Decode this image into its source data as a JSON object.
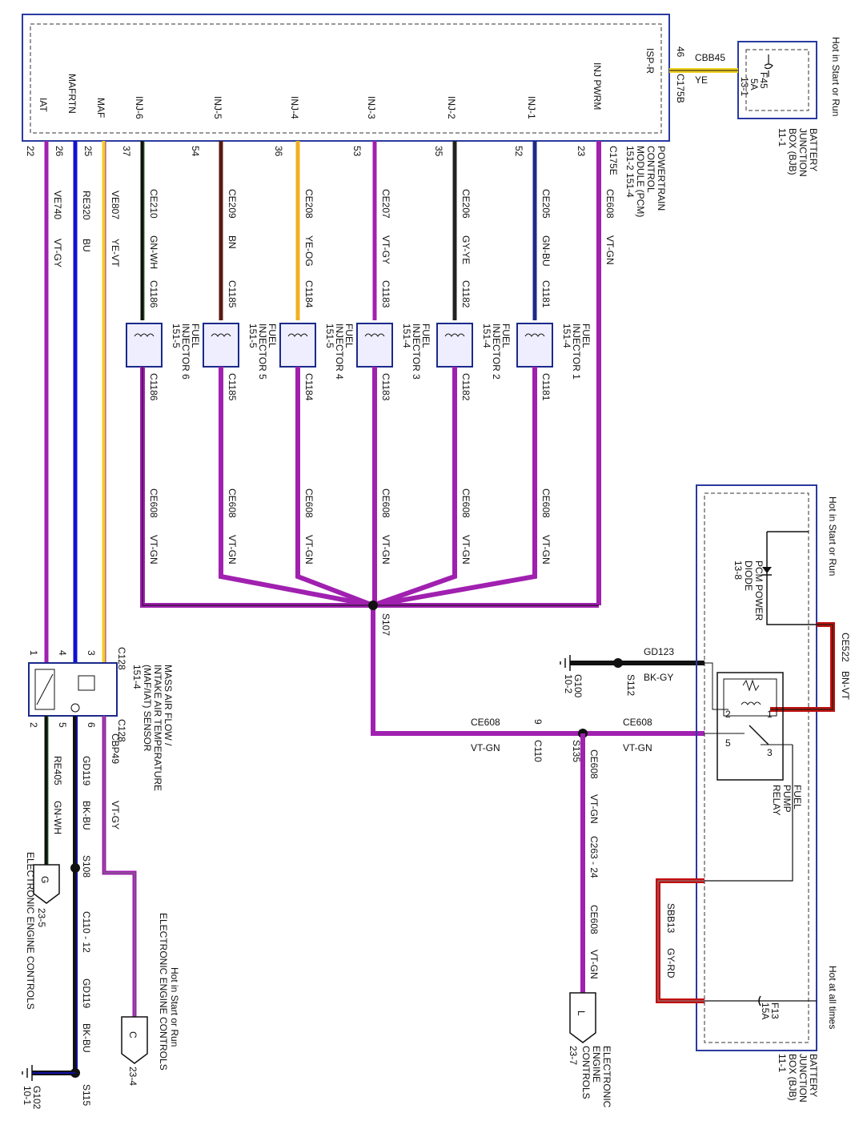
{
  "pcm": {
    "pins": [
      {
        "name": "IAT",
        "num": "22"
      },
      {
        "name": "MAFRTN",
        "num": "26"
      },
      {
        "name": "MAF",
        "num": "25"
      },
      {
        "name": "INJ-6",
        "num": "37"
      },
      {
        "name": "INJ-5",
        "num": "54"
      },
      {
        "name": "INJ-4",
        "num": "36"
      },
      {
        "name": "INJ-3",
        "num": "53"
      },
      {
        "name": "INJ-2",
        "num": "35"
      },
      {
        "name": "INJ-1",
        "num": "52"
      },
      {
        "name": "INJ PWRM",
        "num": "23"
      }
    ],
    "isp_label": "ISP-R",
    "isp_num": "46",
    "connector_b": "C175B",
    "connector_e": "C175E",
    "title_lines": [
      "POWERTRAIN",
      "CONTROL",
      "MODULE (PCM)",
      "151-2  151-4"
    ]
  },
  "bjb_top": {
    "lines": [
      "BATTERY",
      "JUNCTION",
      "BOX (BJB)",
      "11-1"
    ],
    "hot": "Hot in Start or Run",
    "fuse": [
      "F45",
      "5A",
      "13-1"
    ],
    "wire": [
      "CBB45",
      "YE"
    ]
  },
  "wires": {
    "pcm_out": [
      "CE608",
      "VT-GN"
    ],
    "maf_iat": [
      [
        "VE740",
        "VT-GY"
      ],
      [
        "RE320",
        "BU"
      ],
      [
        "VE807",
        "YE-VT"
      ]
    ],
    "injectors": [
      [
        "CE210",
        "GN-WH",
        "C1186"
      ],
      [
        "CE209",
        "BN",
        "C1185"
      ],
      [
        "CE208",
        "YE-OG",
        "C1184"
      ],
      [
        "CE207",
        "VT-GY",
        "C1183"
      ],
      [
        "CE206",
        "GY-YE",
        "C1182"
      ],
      [
        "CE205",
        "GN-BU",
        "C1181"
      ]
    ],
    "lower_label": [
      "CE608",
      "VT-GN"
    ]
  },
  "injectors": [
    {
      "name": "FUEL",
      "line2": "INJECTOR 6",
      "ref": "151-5",
      "conn": "C1186"
    },
    {
      "name": "FUEL",
      "line2": "INJECTOR 5",
      "ref": "151-5",
      "conn": "C1185"
    },
    {
      "name": "FUEL",
      "line2": "INJECTOR 4",
      "ref": "151-5",
      "conn": "C1184"
    },
    {
      "name": "FUEL",
      "line2": "INJECTOR 3",
      "ref": "151-4",
      "conn": "C1183"
    },
    {
      "name": "FUEL",
      "line2": "INJECTOR 2",
      "ref": "151-4",
      "conn": "C1182"
    },
    {
      "name": "FUEL",
      "line2": "INJECTOR 1",
      "ref": "151-4",
      "conn": "C1181"
    }
  ],
  "splices": {
    "s107": "S107",
    "s135": "S135",
    "s112": "S112",
    "s108": "S108",
    "s115": "S115"
  },
  "c110": {
    "pin": "9",
    "conn": "C110"
  },
  "c110_12": "C110 - 12",
  "c263": "C263 - 24",
  "maf_sensor": {
    "lines": [
      "MASS AIR FLOW /",
      "INTAKE AIR TEMPERATURE",
      "(MAF/IAT) SENSOR",
      "151-4"
    ],
    "conn_top": "C128",
    "conn_bot": "C128",
    "pins_top": [
      "1",
      "4",
      "3"
    ],
    "pins_bot": [
      "2",
      "5",
      "6"
    ]
  },
  "maf_out": {
    "w1": [
      "RE405",
      "GN-WH"
    ],
    "w2": [
      "GD119",
      "BK-BU"
    ],
    "w3": [
      "CBP49",
      "VT-GY"
    ],
    "w4": [
      "GD119",
      "BK-BU"
    ]
  },
  "grounds": {
    "g100": [
      "G100",
      "10-2"
    ],
    "g102": [
      "G102",
      "10-1"
    ],
    "gd123": [
      "GD123",
      "BK-GY"
    ]
  },
  "bjb_bottom": {
    "lines": [
      "BATTERY",
      "JUNCTION",
      "BOX (BJB)",
      "11-1"
    ],
    "hot_top": "Hot in Start or Run",
    "hot_bottom": "Hot at all times",
    "diode": [
      "PCM POWER",
      "DIODE",
      "13-8"
    ],
    "relay": [
      "FUEL",
      "PUMP",
      "RELAY"
    ],
    "relay_pins": [
      "2",
      "1",
      "5",
      "3"
    ],
    "fuse": [
      "F13",
      "15A"
    ],
    "ce522": [
      "CE522",
      "BN-VT"
    ],
    "sbb13": [
      "SBB13",
      "GY-RD"
    ]
  },
  "connectors": {
    "g": {
      "letter": "G",
      "ref": "23-5",
      "label": "ELECTRONIC ENGINE CONTROLS"
    },
    "c": {
      "letter": "C",
      "ref": "23-4",
      "lines": [
        "Hot in Start or Run",
        "ELECTRONIC ENGINE CONTROLS"
      ]
    },
    "l": {
      "letter": "L",
      "ref": "23-7",
      "lines": [
        "ELECTRONIC",
        "ENGINE",
        "CONTROLS"
      ]
    }
  },
  "colors": {
    "violet": "#a020b0",
    "blue": "#1010d0",
    "yellow": "#f0d020",
    "brown": "#5a1a10",
    "red": "#c01010",
    "navy": "#1a2a8a"
  }
}
